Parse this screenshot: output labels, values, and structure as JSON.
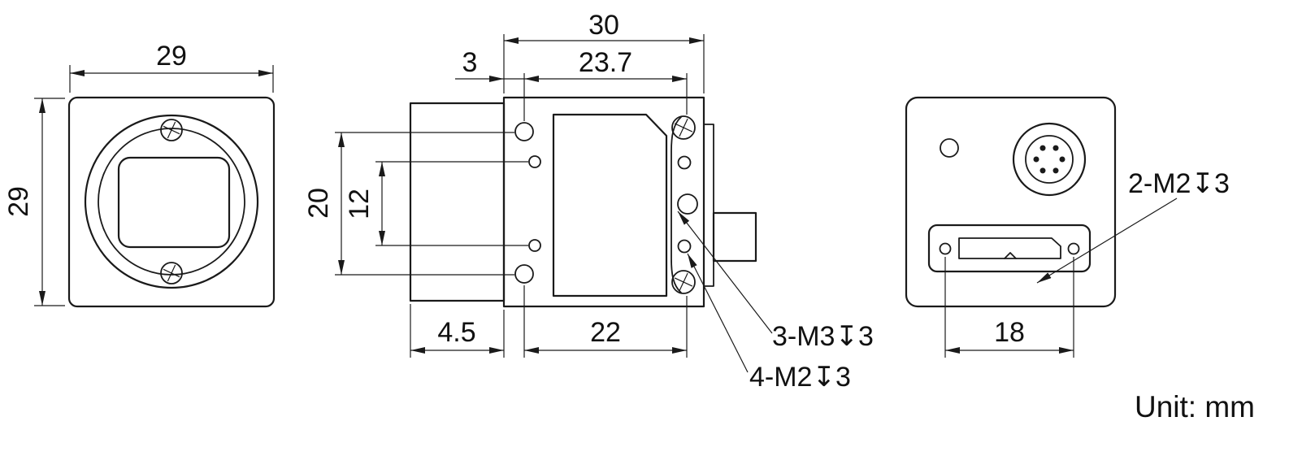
{
  "meta": {
    "unit_label": "Unit: mm",
    "colors": {
      "line": "#1a1a1a",
      "text": "#111111",
      "background": "#ffffff"
    }
  },
  "front_view": {
    "dims": {
      "width": "29",
      "height": "29"
    }
  },
  "side_view": {
    "dims": {
      "total_depth": "30",
      "front_offset": "3",
      "body_depth": "23.7",
      "hole_pitch_outer": "20",
      "hole_pitch_inner": "12",
      "lens_protrusion": "4.5",
      "bottom_hole_pitch": "22"
    },
    "callouts": {
      "m3_holes": "3-M3↧3",
      "m2_holes": "4-M2↧3"
    }
  },
  "rear_view": {
    "dims": {
      "screw_pitch": "18"
    },
    "callouts": {
      "m2_holes": "2-M2↧3"
    }
  }
}
